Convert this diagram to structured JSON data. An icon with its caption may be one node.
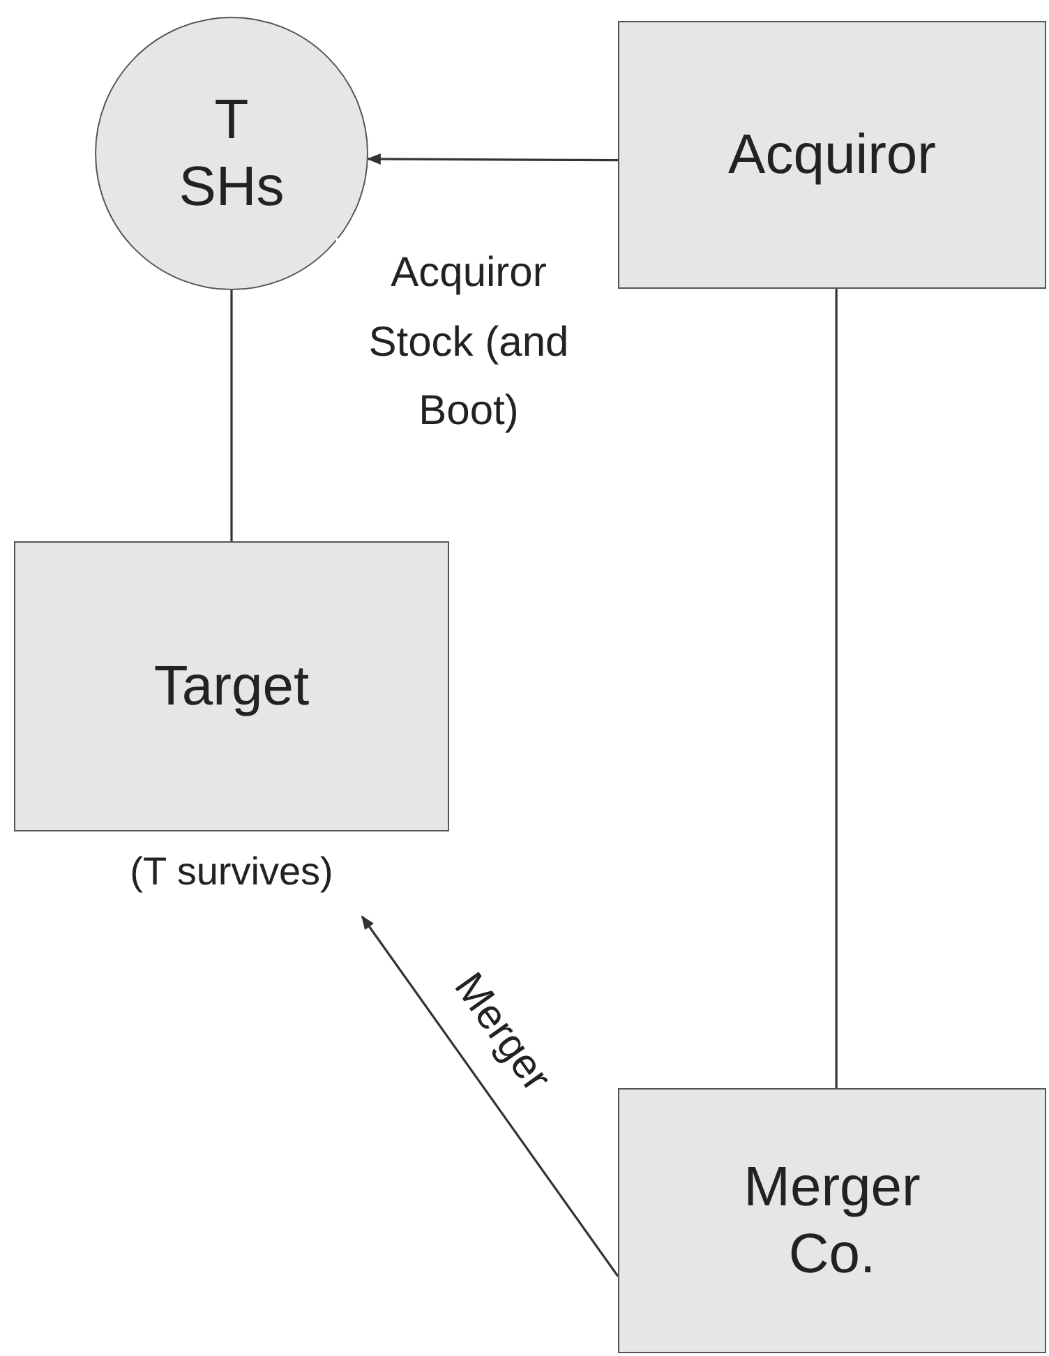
{
  "diagram": {
    "nodes": [
      {
        "text": [
          "T SHs"
        ]
      },
      {
        "text": [
          "Acquiror"
        ]
      },
      {
        "text": [
          "Target"
        ],
        "beside": [
          "(T survives)"
        ]
      },
      {
        "text": [
          "Merger Co."
        ]
      }
    ],
    "edges": [
      {
        "from": 1,
        "to": 0,
        "arrow": "to",
        "label": "Acquiror Stock (and Boot)"
      },
      {
        "from": 0,
        "to": 2,
        "arrow": "none"
      },
      {
        "from": 1,
        "to": 3,
        "arrow": "none"
      },
      {
        "from": 3,
        "to": 2,
        "arrow": "to",
        "label": "Merger"
      }
    ]
  }
}
